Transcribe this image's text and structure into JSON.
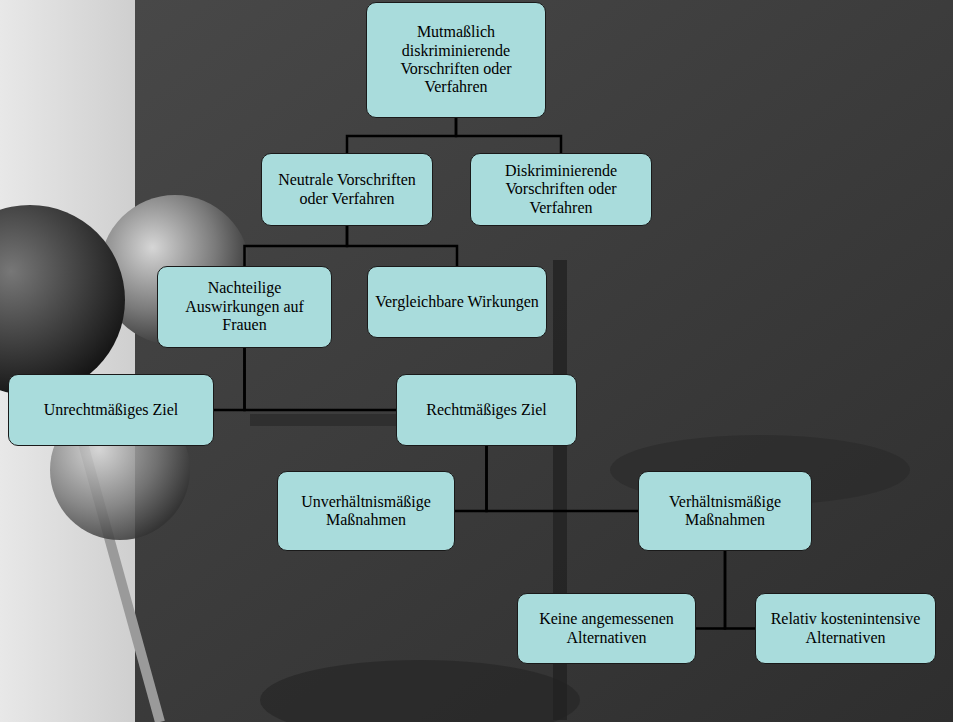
{
  "diagram": {
    "nodes": [
      {
        "text": [
          "Mutmaßlich diskriminierende Vorschriften oder Verfahren"
        ]
      },
      {
        "text": [
          "Neutrale Vorschriften oder Verfahren"
        ]
      },
      {
        "text": [
          "Diskriminierende Vorschriften oder Verfahren"
        ]
      },
      {
        "text": [
          "Nachteilige Auswirkungen auf Frauen"
        ]
      },
      {
        "text": [
          "Vergleichbare Wirkungen"
        ]
      },
      {
        "text": [
          "Unrechtmäßiges Ziel"
        ]
      },
      {
        "text": [
          "Rechtmäßiges Ziel"
        ]
      },
      {
        "text": [
          "Unverhältnismäßige Maßnahmen"
        ]
      },
      {
        "text": [
          "Verhältnismäßige Maßnahmen"
        ]
      },
      {
        "text": [
          "Keine angemessenen Alternativen"
        ]
      },
      {
        "text": [
          "Relativ kostenintensive Alternativen"
        ]
      }
    ],
    "edges": [
      {
        "from": 0,
        "to": 1,
        "arrow": "none"
      },
      {
        "from": 0,
        "to": 2,
        "arrow": "none"
      },
      {
        "from": 1,
        "to": 3,
        "arrow": "none"
      },
      {
        "from": 1,
        "to": 4,
        "arrow": "none"
      },
      {
        "from": 3,
        "to": 5,
        "arrow": "none"
      },
      {
        "from": 3,
        "to": 6,
        "arrow": "none"
      },
      {
        "from": 6,
        "to": 7,
        "arrow": "none"
      },
      {
        "from": 6,
        "to": 8,
        "arrow": "none"
      },
      {
        "from": 8,
        "to": 9,
        "arrow": "none"
      },
      {
        "from": 8,
        "to": 10,
        "arrow": "none"
      }
    ]
  }
}
